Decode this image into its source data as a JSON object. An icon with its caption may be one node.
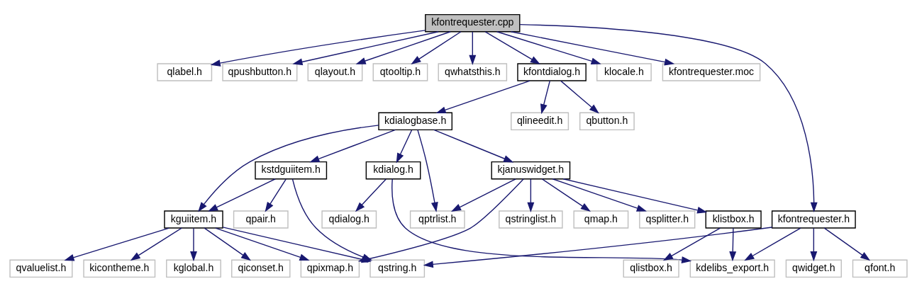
{
  "diagram": {
    "nodes": [
      {
        "text": [
          "kfontrequester.cpp"
        ]
      },
      {
        "text": [
          "qlabel.h"
        ]
      },
      {
        "text": [
          "qpushbutton.h"
        ]
      },
      {
        "text": [
          "qlayout.h"
        ]
      },
      {
        "text": [
          "qtooltip.h"
        ]
      },
      {
        "text": [
          "qwhatsthis.h"
        ]
      },
      {
        "text": [
          "kfontdialog.h"
        ]
      },
      {
        "text": [
          "klocale.h"
        ]
      },
      {
        "text": [
          "kfontrequester.moc"
        ]
      },
      {
        "text": [
          "kfontrequester.h"
        ]
      },
      {
        "text": [
          "kdialogbase.h"
        ]
      },
      {
        "text": [
          "qlineedit.h"
        ]
      },
      {
        "text": [
          "qbutton.h"
        ]
      },
      {
        "text": [
          "kjanuswidget.h"
        ]
      },
      {
        "text": [
          "kdialog.h"
        ]
      },
      {
        "text": [
          "kstdguiitem.h"
        ]
      },
      {
        "text": [
          "qstringlist.h"
        ]
      },
      {
        "text": [
          "qmap.h"
        ]
      },
      {
        "text": [
          "qsplitter.h"
        ]
      },
      {
        "text": [
          "klistbox.h"
        ]
      },
      {
        "text": [
          "qptrlist.h"
        ]
      },
      {
        "text": [
          "qdialog.h"
        ]
      },
      {
        "text": [
          "qpair.h"
        ]
      },
      {
        "text": [
          "kguiitem.h"
        ]
      },
      {
        "text": [
          "qwidget.h"
        ]
      },
      {
        "text": [
          "qfont.h"
        ]
      },
      {
        "text": [
          "qlistbox.h"
        ]
      },
      {
        "text": [
          "kdelibs_export.h"
        ]
      },
      {
        "text": [
          "qstring.h"
        ]
      },
      {
        "text": [
          "qpixmap.h"
        ]
      },
      {
        "text": [
          "kicontheme.h"
        ]
      },
      {
        "text": [
          "kglobal.h"
        ]
      },
      {
        "text": [
          "qiconset.h"
        ]
      },
      {
        "text": [
          "qvaluelist.h"
        ]
      }
    ],
    "edges": [
      {
        "from": 0,
        "to": 1,
        "arrow": "to"
      },
      {
        "from": 0,
        "to": 2,
        "arrow": "to"
      },
      {
        "from": 0,
        "to": 3,
        "arrow": "to"
      },
      {
        "from": 0,
        "to": 4,
        "arrow": "to"
      },
      {
        "from": 0,
        "to": 5,
        "arrow": "to"
      },
      {
        "from": 0,
        "to": 6,
        "arrow": "to"
      },
      {
        "from": 0,
        "to": 7,
        "arrow": "to"
      },
      {
        "from": 0,
        "to": 8,
        "arrow": "to"
      },
      {
        "from": 0,
        "to": 9,
        "arrow": "to"
      },
      {
        "from": 6,
        "to": 10,
        "arrow": "to"
      },
      {
        "from": 6,
        "to": 11,
        "arrow": "to"
      },
      {
        "from": 6,
        "to": 12,
        "arrow": "to"
      },
      {
        "from": 10,
        "to": 13,
        "arrow": "to"
      },
      {
        "from": 10,
        "to": 20,
        "arrow": "to"
      },
      {
        "from": 10,
        "to": 14,
        "arrow": "to"
      },
      {
        "from": 10,
        "to": 15,
        "arrow": "to"
      },
      {
        "from": 10,
        "to": 23,
        "arrow": "to"
      },
      {
        "from": 13,
        "to": 16,
        "arrow": "to"
      },
      {
        "from": 13,
        "to": 17,
        "arrow": "to"
      },
      {
        "from": 13,
        "to": 18,
        "arrow": "to"
      },
      {
        "from": 13,
        "to": 19,
        "arrow": "to"
      },
      {
        "from": 13,
        "to": 20,
        "arrow": "to"
      },
      {
        "from": 13,
        "to": 29,
        "arrow": "to"
      },
      {
        "from": 14,
        "to": 27,
        "arrow": "to"
      },
      {
        "from": 14,
        "to": 21,
        "arrow": "to"
      },
      {
        "from": 15,
        "to": 28,
        "arrow": "to"
      },
      {
        "from": 15,
        "to": 22,
        "arrow": "to"
      },
      {
        "from": 15,
        "to": 23,
        "arrow": "to"
      },
      {
        "from": 9,
        "to": 24,
        "arrow": "to"
      },
      {
        "from": 9,
        "to": 25,
        "arrow": "to"
      },
      {
        "from": 9,
        "to": 27,
        "arrow": "to"
      },
      {
        "from": 9,
        "to": 28,
        "arrow": "to"
      },
      {
        "from": 19,
        "to": 26,
        "arrow": "to"
      },
      {
        "from": 19,
        "to": 27,
        "arrow": "to"
      },
      {
        "from": 23,
        "to": 28,
        "arrow": "to"
      },
      {
        "from": 23,
        "to": 29,
        "arrow": "to"
      },
      {
        "from": 23,
        "to": 30,
        "arrow": "to"
      },
      {
        "from": 23,
        "to": 31,
        "arrow": "to"
      },
      {
        "from": 23,
        "to": 32,
        "arrow": "to"
      },
      {
        "from": 23,
        "to": 33,
        "arrow": "to"
      }
    ]
  }
}
